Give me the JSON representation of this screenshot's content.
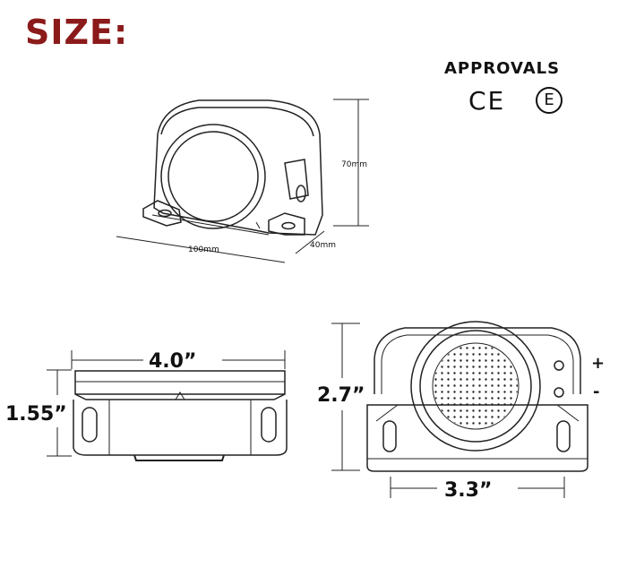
{
  "title": "SIZE:",
  "approvals": {
    "label": "APPROVALS",
    "ce_mark": "CE",
    "e_mark": "E"
  },
  "iso_view": {
    "width_label": "100mm",
    "height_label": "70mm",
    "depth_label": "40mm"
  },
  "side_view": {
    "width_label": "4.0”",
    "height_label": "1.55”"
  },
  "front_view": {
    "height_label": "2.7”",
    "width_label": "3.3”",
    "positive_terminal": "+",
    "negative_terminal": "-"
  }
}
